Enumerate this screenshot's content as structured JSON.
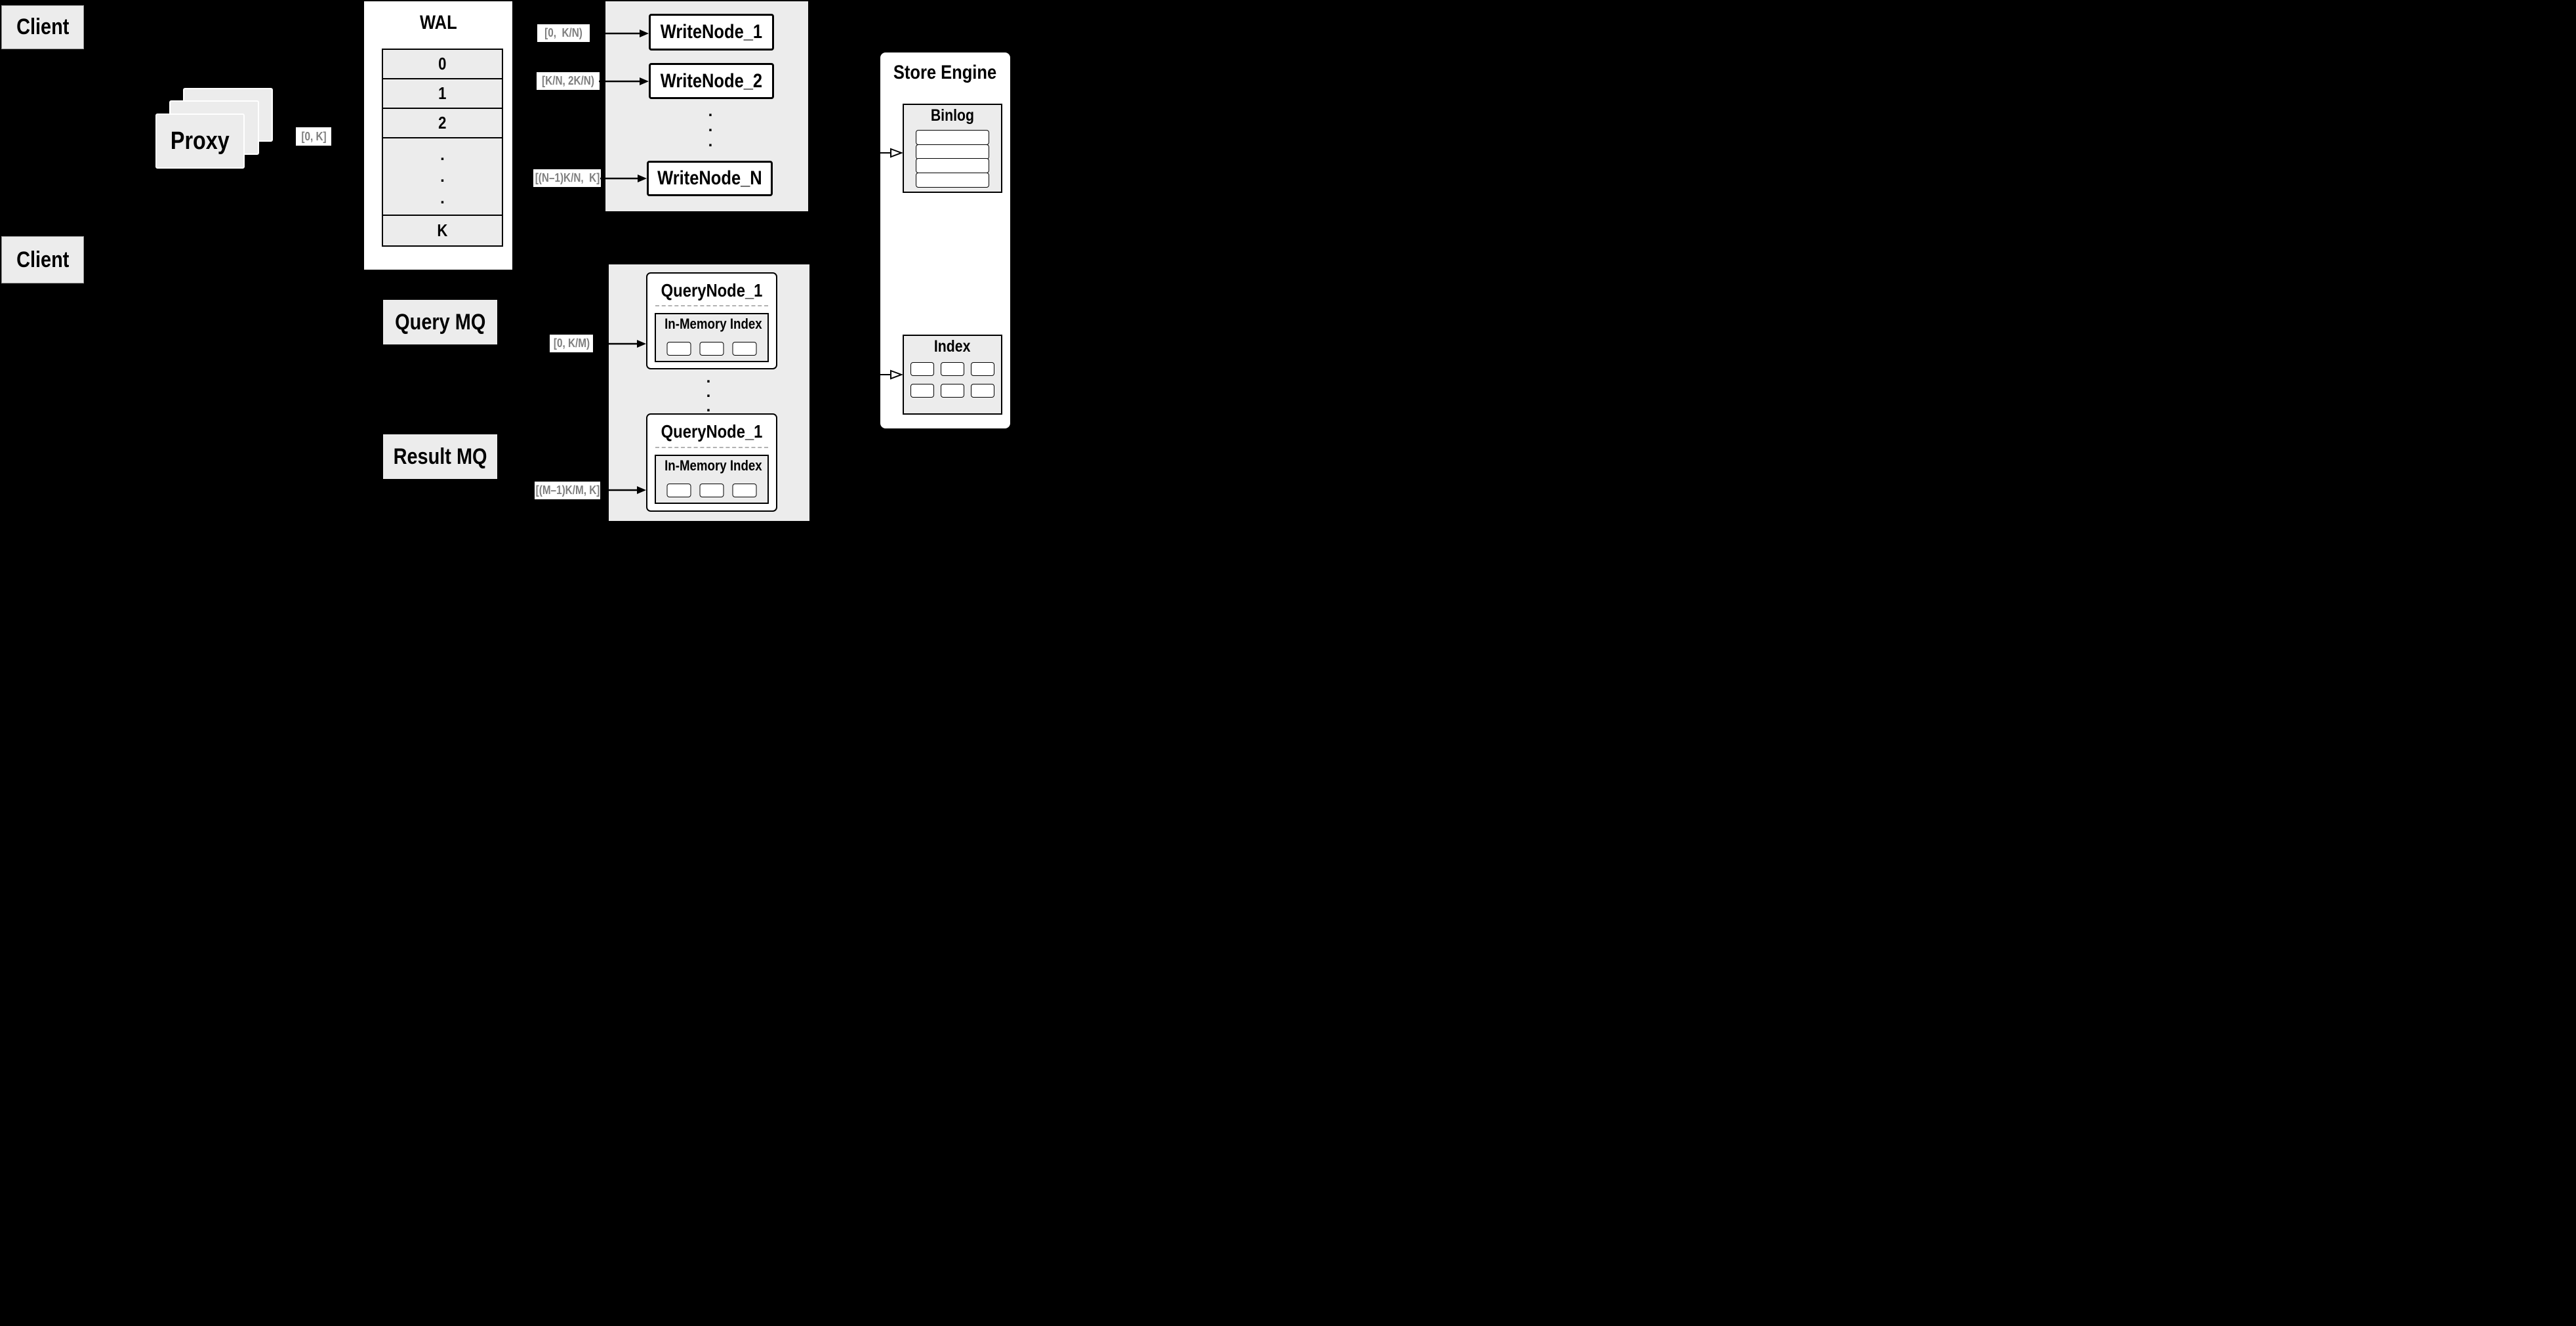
{
  "colors": {
    "background": "#000000",
    "panel_gray": "#ececec",
    "box_white": "#ffffff",
    "border_black": "#000000",
    "range_text_gray": "#7f7f7f",
    "dashed_divider": "#b3b3b3"
  },
  "clients": {
    "top_label": "Client",
    "bottom_label": "Client"
  },
  "proxy": {
    "label": "Proxy",
    "range_label": "[0, K]"
  },
  "wal": {
    "title": "WAL",
    "rows": [
      "0",
      "1",
      "2",
      "K"
    ],
    "dots": ".\n.\n."
  },
  "write_panel": {
    "dots": ".\n.\n.",
    "nodes": [
      {
        "label": "WriteNode_1",
        "range": "[0,  K/N)"
      },
      {
        "label": "WriteNode_2",
        "range": "[K/N, 2K/N)"
      },
      {
        "label": "WriteNode_N",
        "range": "[(N–1)K/N,  K]"
      }
    ]
  },
  "store_engine": {
    "title": "Store Engine",
    "binlog": {
      "title": "Binlog"
    },
    "index": {
      "title": "Index"
    }
  },
  "mq": {
    "query_label": "Query MQ",
    "result_label": "Result MQ"
  },
  "query_panel": {
    "dots": ".\n.\n.",
    "nodes": [
      {
        "label": "QueryNode_1",
        "inner_title": "In-Memory Index",
        "range": "[0, K/M)"
      },
      {
        "label": "QueryNode_1",
        "inner_title": "In-Memory Index",
        "range": "[(M–1)K/M, K]"
      }
    ]
  }
}
